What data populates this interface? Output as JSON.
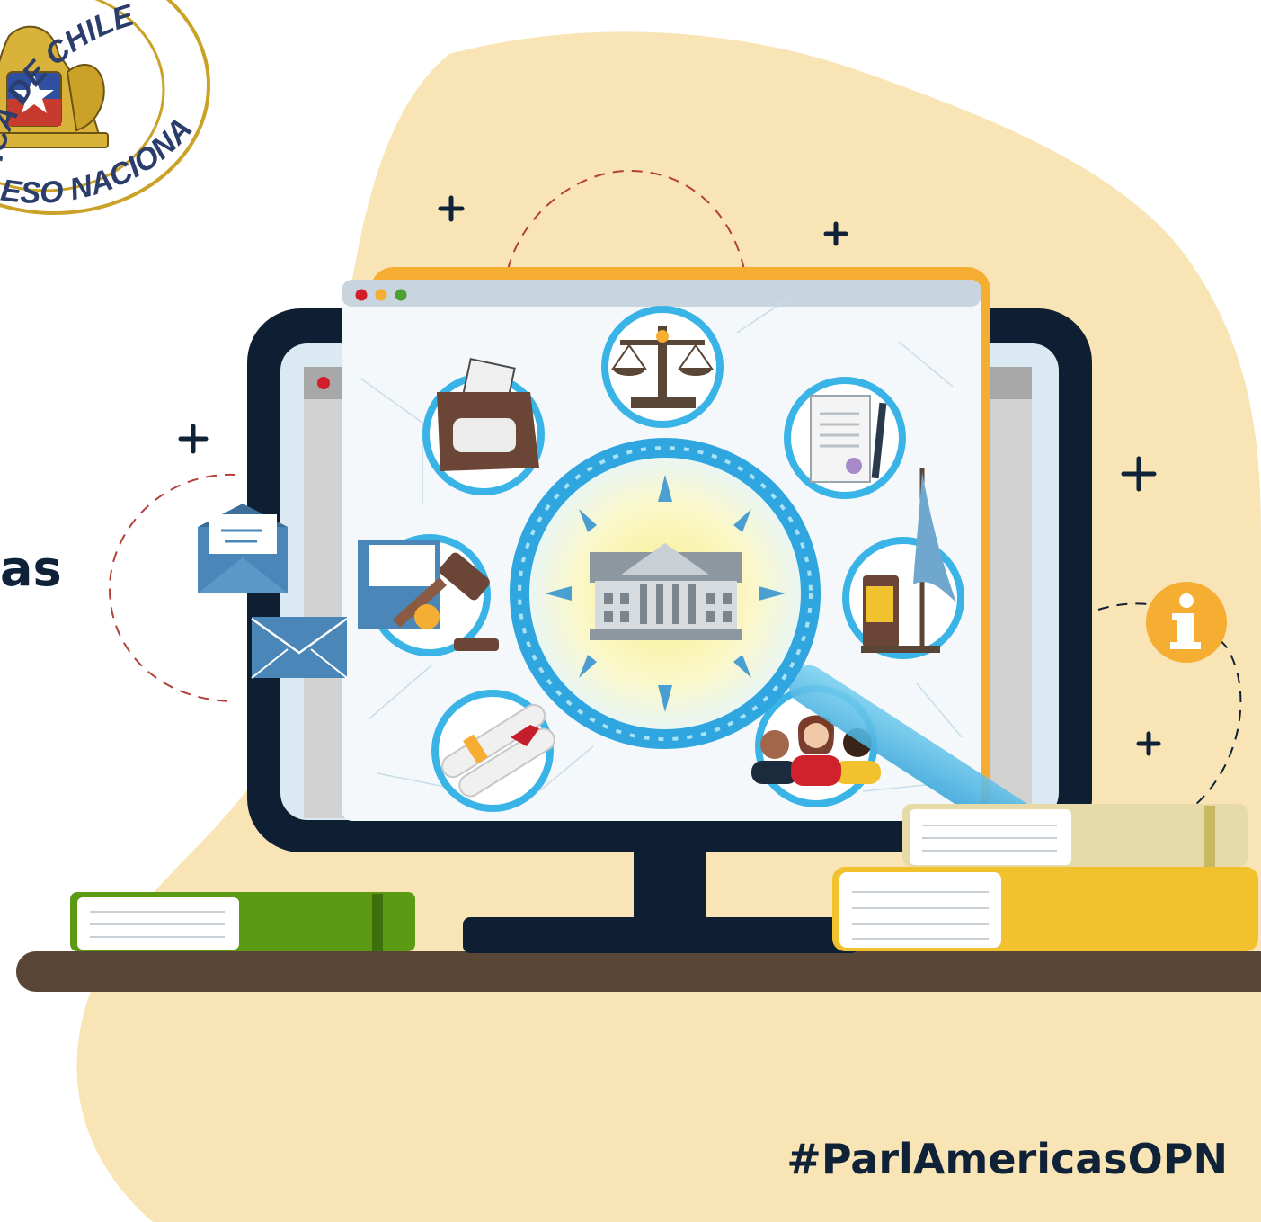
{
  "seal": {
    "top_text": "ICA DE CHILE",
    "bottom_text": "ESO NACIONAL"
  },
  "left_partial_text": "as",
  "hashtag": "#ParlAmericasOPN",
  "icons": {
    "seal": "chile-congress-seal-icon",
    "ballot": "ballot-box-icon",
    "scales": "justice-scales-icon",
    "document": "document-scroll-icon",
    "podium": "podium-flag-icon",
    "gavel": "gavel-envelope-icon",
    "diplomas": "diploma-scrolls-icon",
    "people": "people-group-icon",
    "building": "congress-building-icon",
    "magnifier": "magnifying-glass-icon",
    "info": "info-icon",
    "mail": "envelope-icon",
    "plus": "plus-icon"
  },
  "colors": {
    "background": "#ffffff",
    "blob": "#f8e4b4",
    "navy": "#0f2238",
    "monitor": "#0f1f33",
    "orange": "#f5ad32",
    "desk": "#5a4636",
    "accent_blue": "#3ab4e6",
    "green_book": "#5c9a14",
    "yellow_book": "#f2c12e",
    "beige_book": "#e6dba8"
  }
}
